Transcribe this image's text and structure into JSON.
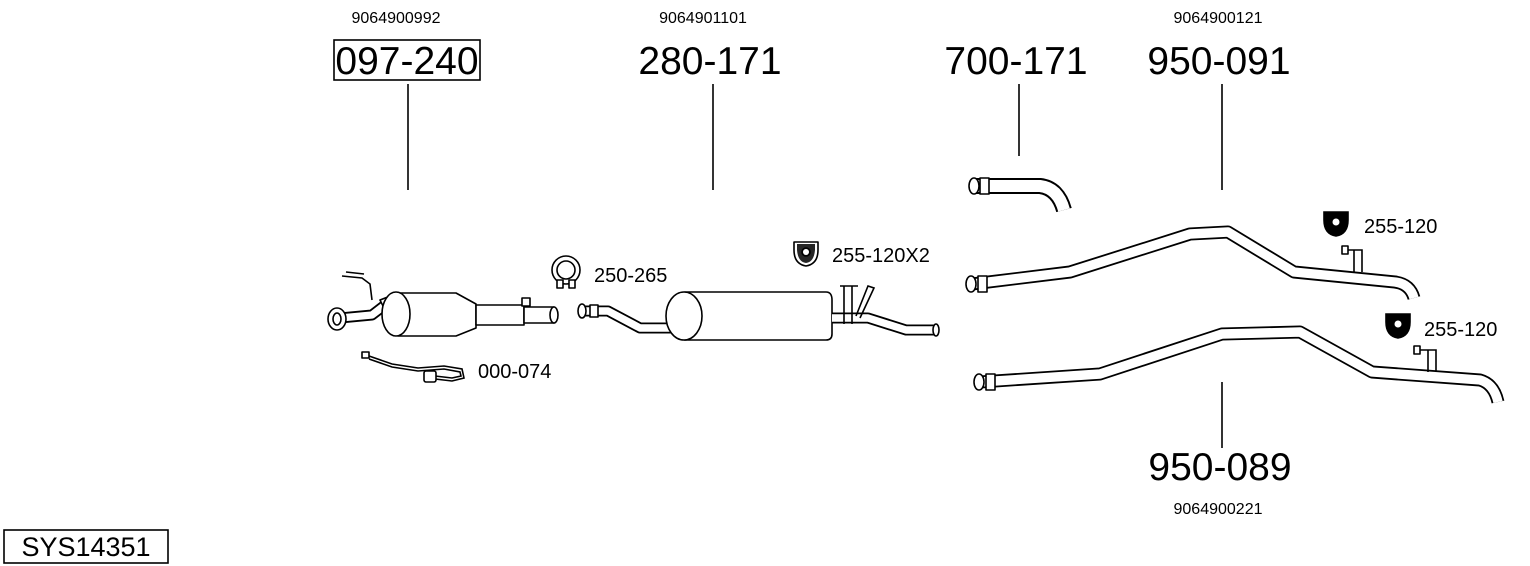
{
  "system_code": "SYS14351",
  "parts": {
    "p097": {
      "oem": "9064900992",
      "number": "097-240",
      "icon": "catalytic-converter-icon"
    },
    "p280": {
      "oem": "9064901101",
      "number": "280-171",
      "icon": "middle-silencer-icon"
    },
    "p700": {
      "number": "700-171",
      "icon": "elbow-pipe-icon"
    },
    "p950a": {
      "oem": "9064900121",
      "number": "950-091",
      "icon": "tail-pipe-icon"
    },
    "p950b": {
      "oem": "9064900221",
      "number": "950-089",
      "icon": "tail-pipe-icon"
    }
  },
  "accessories": {
    "clamp": {
      "number": "250-265",
      "icon": "pipe-clamp-icon"
    },
    "hanger_mid": {
      "number": "255-120X2",
      "icon": "rubber-hanger-icon"
    },
    "hanger_top": {
      "number": "255-120",
      "icon": "rubber-hanger-icon"
    },
    "hanger_bottom": {
      "number": "255-120",
      "icon": "rubber-hanger-icon"
    },
    "sensor": {
      "number": "000-074",
      "icon": "sensor-cable-icon"
    }
  }
}
